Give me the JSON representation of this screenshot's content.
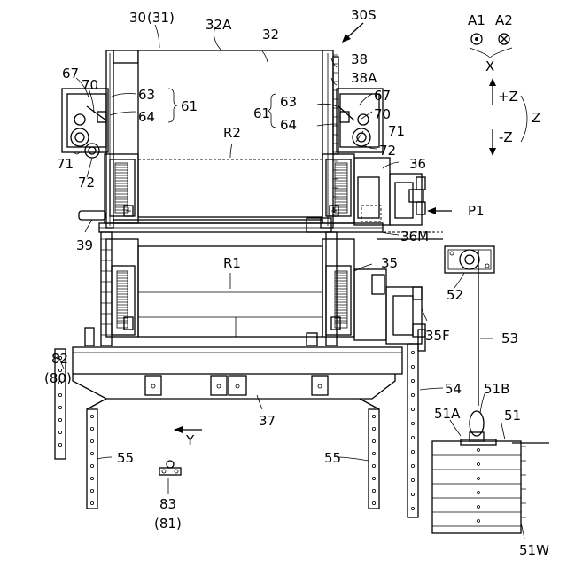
{
  "labels": {
    "l_30": "30",
    "l_31": "(31)",
    "l_32A": "32A",
    "l_32": "32",
    "l_30S": "30S",
    "l_A1": "A1",
    "l_A2": "A2",
    "l_X": "X",
    "l_pZ": "+Z",
    "l_mZ": "-Z",
    "l_Z": "Z",
    "l_38": "38",
    "l_38A": "38A",
    "l_67L": "67",
    "l_70L": "70",
    "l_63L": "63",
    "l_64L": "64",
    "l_61L": "61",
    "l_61R": "61",
    "l_63R": "63",
    "l_64R": "64",
    "l_67R": "67",
    "l_70R": "70",
    "l_71R": "71",
    "l_72R": "72",
    "l_71L": "71",
    "l_72L": "72",
    "l_R2": "R2",
    "l_36": "36",
    "l_P1": "P1",
    "l_39": "39",
    "l_36M": "36M",
    "l_35": "35",
    "l_R1": "R1",
    "l_52": "52",
    "l_35F": "35F",
    "l_53": "53",
    "l_82": "82",
    "l_80": "(80)",
    "l_54": "54",
    "l_51B": "51B",
    "l_37": "37",
    "l_51A": "51A",
    "l_51": "51",
    "l_Y": "Y",
    "l_55L": "55",
    "l_55R": "55",
    "l_83": "83",
    "l_81": "(81)",
    "l_51W": "51W"
  }
}
